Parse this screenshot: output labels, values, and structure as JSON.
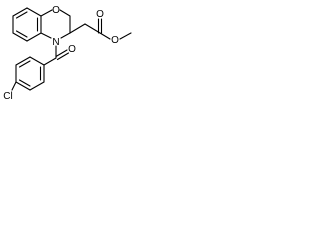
{
  "structure": {
    "atoms": {
      "ring_oxygen": "O",
      "ring_nitrogen": "N",
      "carbonyl_oxygen": "O",
      "ester_carbonyl_oxygen": "O",
      "ester_oxygen": "O",
      "chlorine": "Cl"
    },
    "colors": {
      "bond": "#000000",
      "label": "#000000",
      "background": "#ffffff"
    }
  }
}
